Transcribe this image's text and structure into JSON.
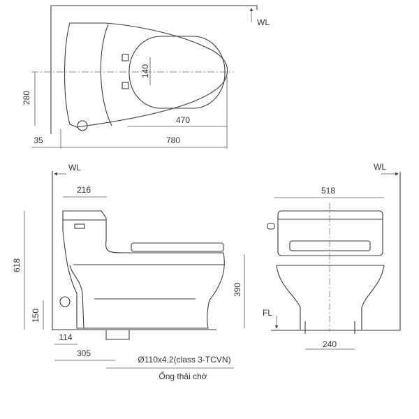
{
  "top_view": {
    "wall_label": "WL",
    "dim_140": "140",
    "dim_280": "280",
    "dim_470": "470",
    "dim_780": "780",
    "dim_35": "35"
  },
  "side_view": {
    "wall_label": "WL",
    "dim_216": "216",
    "dim_618": "618",
    "dim_390": "390",
    "dim_150": "150",
    "dim_114": "114",
    "dim_305": "305",
    "pipe_spec": "Ø110x4,2(class 3-TCVN)",
    "pipe_label": "Ống thải chờ"
  },
  "front_view": {
    "wall_label": "WL",
    "floor_label": "FL",
    "dim_518": "518",
    "dim_240": "240"
  }
}
